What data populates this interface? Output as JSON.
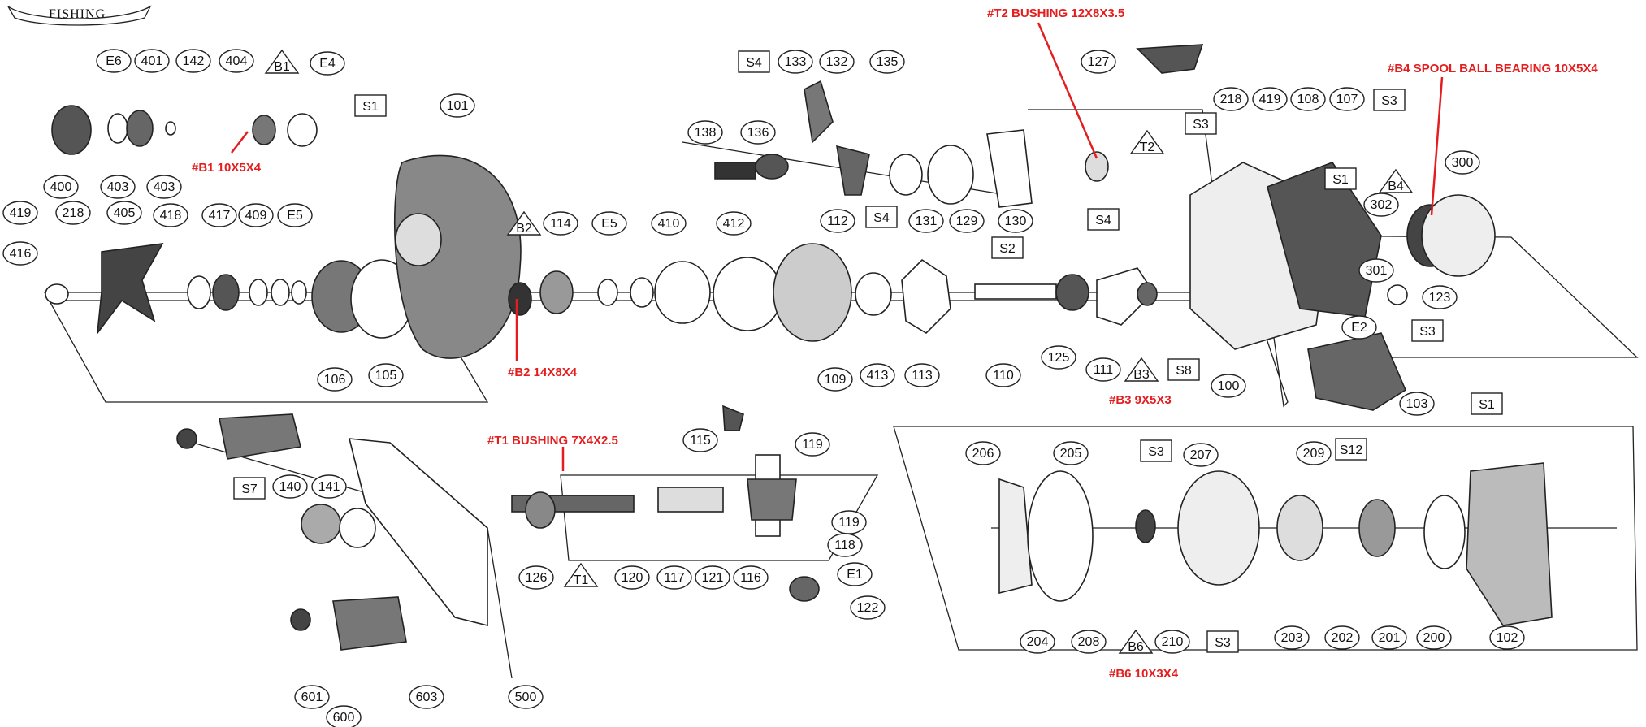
{
  "logo": {
    "text": "FISHING"
  },
  "annotations": {
    "b1": "#B1 10X5X4",
    "b2": "#B2 14X8X4",
    "b3": "#B3 9X5X3",
    "b4": "#B4 SPOOL BALL BEARING 10X5X4",
    "b6": "#B6 10X3X4",
    "t1": "#T1 BUSHING 7X4X2.5",
    "t2": "#T2 BUSHING 12X8X3.5"
  },
  "colors": {
    "annotation": "#e41e1e",
    "ink": "#222222"
  },
  "labels": {
    "c_E6": "E6",
    "c_401": "401",
    "c_142": "142",
    "c_404": "404",
    "c_E4": "E4",
    "c_101": "101",
    "c_400": "400",
    "c_403a": "403",
    "c_403b": "403",
    "c_419a": "419",
    "c_218a": "218",
    "c_405": "405",
    "c_418": "418",
    "c_417": "417",
    "c_409": "409",
    "c_E5a": "E5",
    "c_416": "416",
    "c_106": "106",
    "c_105": "105",
    "c_114": "114",
    "c_E5b": "E5",
    "c_410": "410",
    "c_412": "412",
    "c_109": "109",
    "c_413": "413",
    "c_113": "113",
    "c_110": "110",
    "c_125": "125",
    "c_111": "111",
    "c_100": "100",
    "c_127": "127",
    "c_133": "133",
    "c_132": "132",
    "c_135": "135",
    "c_138": "138",
    "c_136": "136",
    "c_112": "112",
    "c_131": "131",
    "c_129": "129",
    "c_130": "130",
    "c_218b": "218",
    "c_419b": "419",
    "c_108": "108",
    "c_107": "107",
    "c_300": "300",
    "c_302": "302",
    "c_301": "301",
    "c_123": "123",
    "c_E2": "E2",
    "c_103": "103",
    "c_115": "115",
    "c_119a": "119",
    "c_119b": "119",
    "c_118": "118",
    "c_E1": "E1",
    "c_122": "122",
    "c_126": "126",
    "c_120": "120",
    "c_117": "117",
    "c_121": "121",
    "c_116": "116",
    "c_140": "140",
    "c_141": "141",
    "c_601": "601",
    "c_600": "600",
    "c_603": "603",
    "c_500": "500",
    "c_206": "206",
    "c_205": "205",
    "c_207": "207",
    "c_209": "209",
    "c_204": "204",
    "c_208": "208",
    "c_210": "210",
    "c_203": "203",
    "c_202": "202",
    "c_201": "201",
    "c_200": "200",
    "c_102": "102",
    "b_S1a": "S1",
    "b_S4a": "S4",
    "b_S4b": "S4",
    "b_S4c": "S4",
    "b_S3a": "S3",
    "b_S3b": "S3",
    "b_S1b": "S1",
    "b_S2": "S2",
    "b_S8": "S8",
    "b_S3c": "S3",
    "b_S1c": "S1",
    "b_S7": "S7",
    "b_S3d": "S3",
    "b_S12": "S12",
    "b_S3e": "S3",
    "t_B1": "B1",
    "t_B2": "B2",
    "t_T2": "T2",
    "t_B4": "B4",
    "t_B3": "B3",
    "t_T1": "T1",
    "t_B6": "B6"
  }
}
